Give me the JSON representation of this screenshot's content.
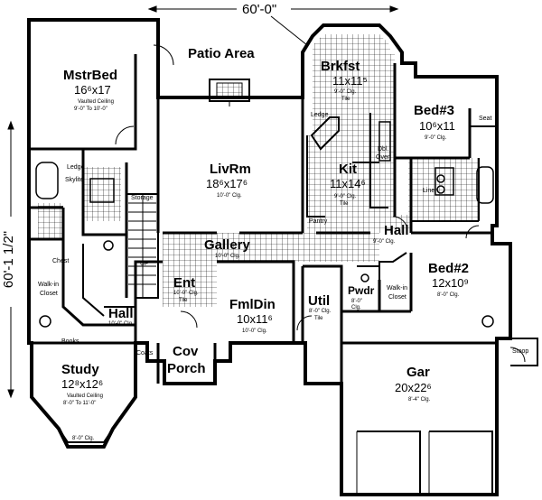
{
  "dimensions": {
    "width": "60'-0\"",
    "depth": "60'-1 1/2\""
  },
  "rooms": {
    "patio": {
      "name": "Patio Area"
    },
    "mstrbed": {
      "name": "MstrBed",
      "size": "16⁶x17",
      "note1": "Vaulted Ceiling",
      "note2": "9'-0\" To 10'-0\""
    },
    "brkfst": {
      "name": "Brkfst",
      "size": "11x11⁵",
      "note1": "9'-0\" Clg.",
      "note2": "Tile"
    },
    "livrm": {
      "name": "LivRm",
      "size": "18⁶x17⁶",
      "note": "10'-0\" Clg."
    },
    "kit": {
      "name": "Kit",
      "size": "11x14⁶",
      "note1": "9'-0\" Clg.",
      "note2": "Tile"
    },
    "bed3": {
      "name": "Bed#3",
      "size": "10⁶x11",
      "note": "9'-0\" Clg."
    },
    "gallery": {
      "name": "Gallery",
      "note": "10'-0\" Clg."
    },
    "hall_right": {
      "name": "Hall",
      "note": "9'-0\" Clg."
    },
    "bed2": {
      "name": "Bed#2",
      "size": "12x10⁹",
      "note": "8'-0\" Clg."
    },
    "ent": {
      "name": "Ent",
      "note1": "10'-0\" Clg.",
      "note2": "Tile"
    },
    "fmldin": {
      "name": "FmlDin",
      "size": "10x11⁶",
      "note": "10'-0\" Clg."
    },
    "util": {
      "name": "Util",
      "note1": "8'-0\" Clg.",
      "note2": "Tile"
    },
    "pwdr": {
      "name": "Pwdr",
      "note1": "8'-0\"",
      "note2": "Clg."
    },
    "hall_left": {
      "name": "Hall",
      "note": "10'-0\" Clg."
    },
    "study": {
      "name": "Study",
      "size": "12⁸x12⁶",
      "note1": "Vaulted Ceiling",
      "note2": "8'-0\" To 11'-0\"",
      "note3": "8'-0\" Clg."
    },
    "covporch": {
      "name1": "Cov",
      "name2": "Porch"
    },
    "gar": {
      "name": "Gar",
      "size": "20x22⁶",
      "note": "8'-4\" Clg."
    }
  },
  "small_labels": {
    "ledge1": "Ledge",
    "skylite": "Skylite",
    "storage": "Storage",
    "chest": "Chest",
    "walkin1": "Walk-in",
    "closet1": "Closet",
    "up": "UP",
    "books": "Books",
    "coats": "Coats",
    "ledge2": "Ledge",
    "obl_oven": "Dbl.",
    "oven": "Oven",
    "pantry": "Pantry",
    "linen": "Linen",
    "seat": "Seat",
    "walkin2": "Walk-in",
    "closet2": "Closet",
    "stoop": "Stoop"
  }
}
